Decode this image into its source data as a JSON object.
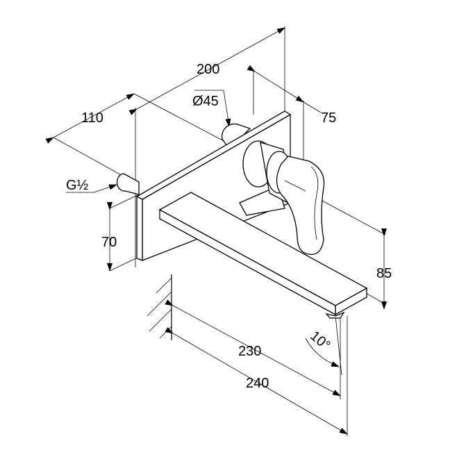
{
  "drawing": {
    "title": "Wall-mounted basin mixer dimension drawing",
    "dimensions": {
      "overall_depth": "200",
      "pipe_diameter": "Ø45",
      "pipe_offset": "110",
      "lever_offset": "75",
      "thread": "G½",
      "plate_height": "70",
      "spout_height": "85",
      "spout_reach_inner": "230",
      "spout_reach_outer": "240",
      "spout_angle": "10°"
    },
    "colors": {
      "line": "#000000",
      "background": "#ffffff"
    }
  }
}
